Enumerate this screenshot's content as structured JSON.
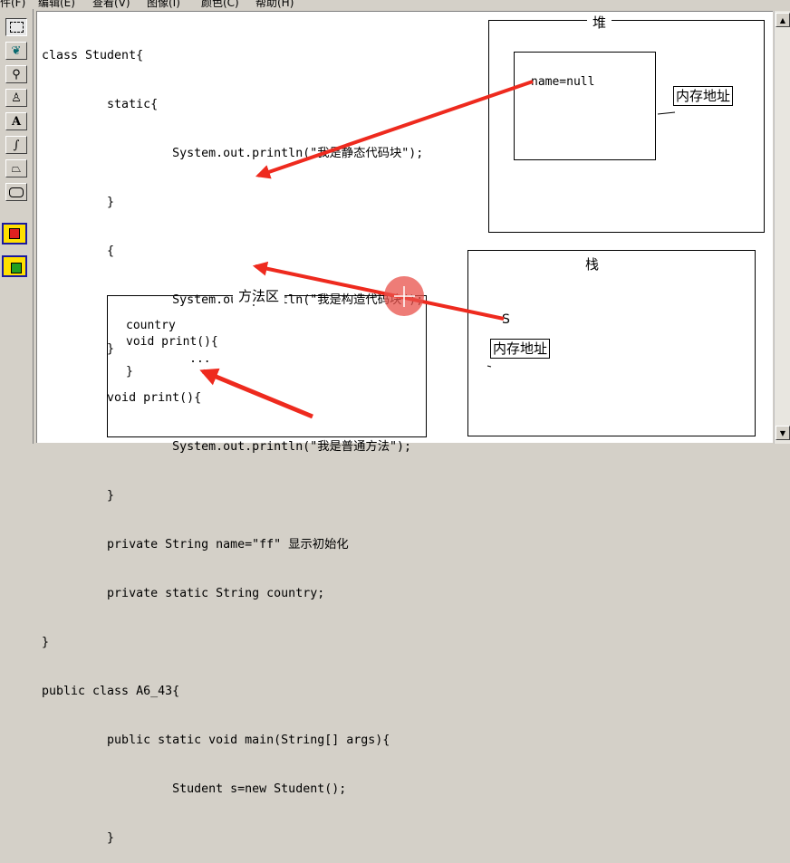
{
  "menubar": {
    "items": [
      "件(F)",
      "编辑(E)",
      "查看(V)",
      "图像(I)",
      "颜色(C)",
      "帮助(H)"
    ]
  },
  "toolbox": {
    "tools": [
      {
        "name": "select-rect-tool",
        "icon": "dotted-rect-icon",
        "glyph": "⬚"
      },
      {
        "name": "fill-tool",
        "icon": "paint-bucket-icon",
        "glyph": "❦"
      },
      {
        "name": "magnifier-tool",
        "icon": "magnifier-icon",
        "glyph": "⚲"
      },
      {
        "name": "brush-tool",
        "icon": "brush-icon",
        "glyph": "♙"
      },
      {
        "name": "text-tool",
        "icon": "text-icon",
        "glyph": "A"
      },
      {
        "name": "curve-tool",
        "icon": "curve-icon",
        "glyph": "∫"
      },
      {
        "name": "polygon-tool",
        "icon": "polygon-icon",
        "glyph": "⏢"
      },
      {
        "name": "rounded-rect-tool",
        "icon": "rounded-rect-icon",
        "glyph": "▭"
      }
    ]
  },
  "code": {
    "lines": [
      "class Student{",
      "         static{",
      "                  System.out.println(\"我是静态代码块\");",
      "         }",
      "         {",
      "                  System.out.println(\"我是构造代码块\");",
      "         }",
      "         void print(){",
      "                  System.out.println(\"我是普通方法\");",
      "         }",
      "         private String name=\"ff\" 显示初始化",
      "         private static String country;",
      "}",
      "public class A6_43{",
      "         public static void main(String[] args){",
      "                  Student s=new Student();",
      "         }"
    ]
  },
  "heap": {
    "title": "堆",
    "field_label": "name=null",
    "address_label": "内存地址"
  },
  "stack": {
    "title": "栈",
    "var_label": "S",
    "address_label": "内存地址"
  },
  "method_area": {
    "title": "方法区",
    "line1": "country",
    "line2": "void print(){",
    "line3": "     ...",
    "line4": "}"
  },
  "colors": {
    "arrow": "#ee2a1e",
    "cursor_halo": "#e8504a"
  }
}
